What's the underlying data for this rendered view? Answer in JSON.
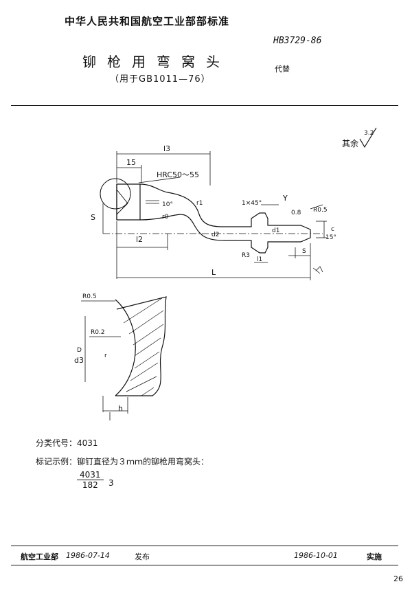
{
  "header": {
    "standard_org": "中华人民共和国航空工业部部标准",
    "std_code": "HB3729-86",
    "title": "铆枪用弯窝头",
    "subtitle": "（用于GB1011—76）",
    "replaces_label": "代替"
  },
  "drawing": {
    "roughness_rest_label": "其余",
    "roughness_value": "3.2",
    "labels": {
      "l3": "l3",
      "fifteen": "15",
      "hrc": "HRC50～55",
      "ten_deg": "10°",
      "r1": "r1",
      "r0": "r0",
      "s": "S",
      "l2": "l2",
      "d2": "d2",
      "chamfer": "1×45°",
      "y": "Y",
      "deg0": "0.8",
      "r05": "R0.5",
      "d1": "d1",
      "deg15": "15°",
      "c": "c",
      "r3": "R3",
      "l1": "l1",
      "l_small_s": "S",
      "l": "L",
      "r05_detail": "R0.5",
      "r02_detail": "R0.2",
      "d3": "d3",
      "d": "D",
      "h": "h",
      "r_detail": "r"
    }
  },
  "info": {
    "classification": "分类代号：4031",
    "marking_example": "标记示例：铆钉直径为３ｍｍ的铆枪用弯窝头：",
    "fraction_num": "4031",
    "fraction_den": "182",
    "fraction_tail": "3"
  },
  "footer": {
    "issuer": "航空工业部",
    "issue_date": "1986-07-14",
    "issue_label": "发布",
    "impl_date": "1986-10-01",
    "impl_label": "实施"
  },
  "page_number": "26"
}
